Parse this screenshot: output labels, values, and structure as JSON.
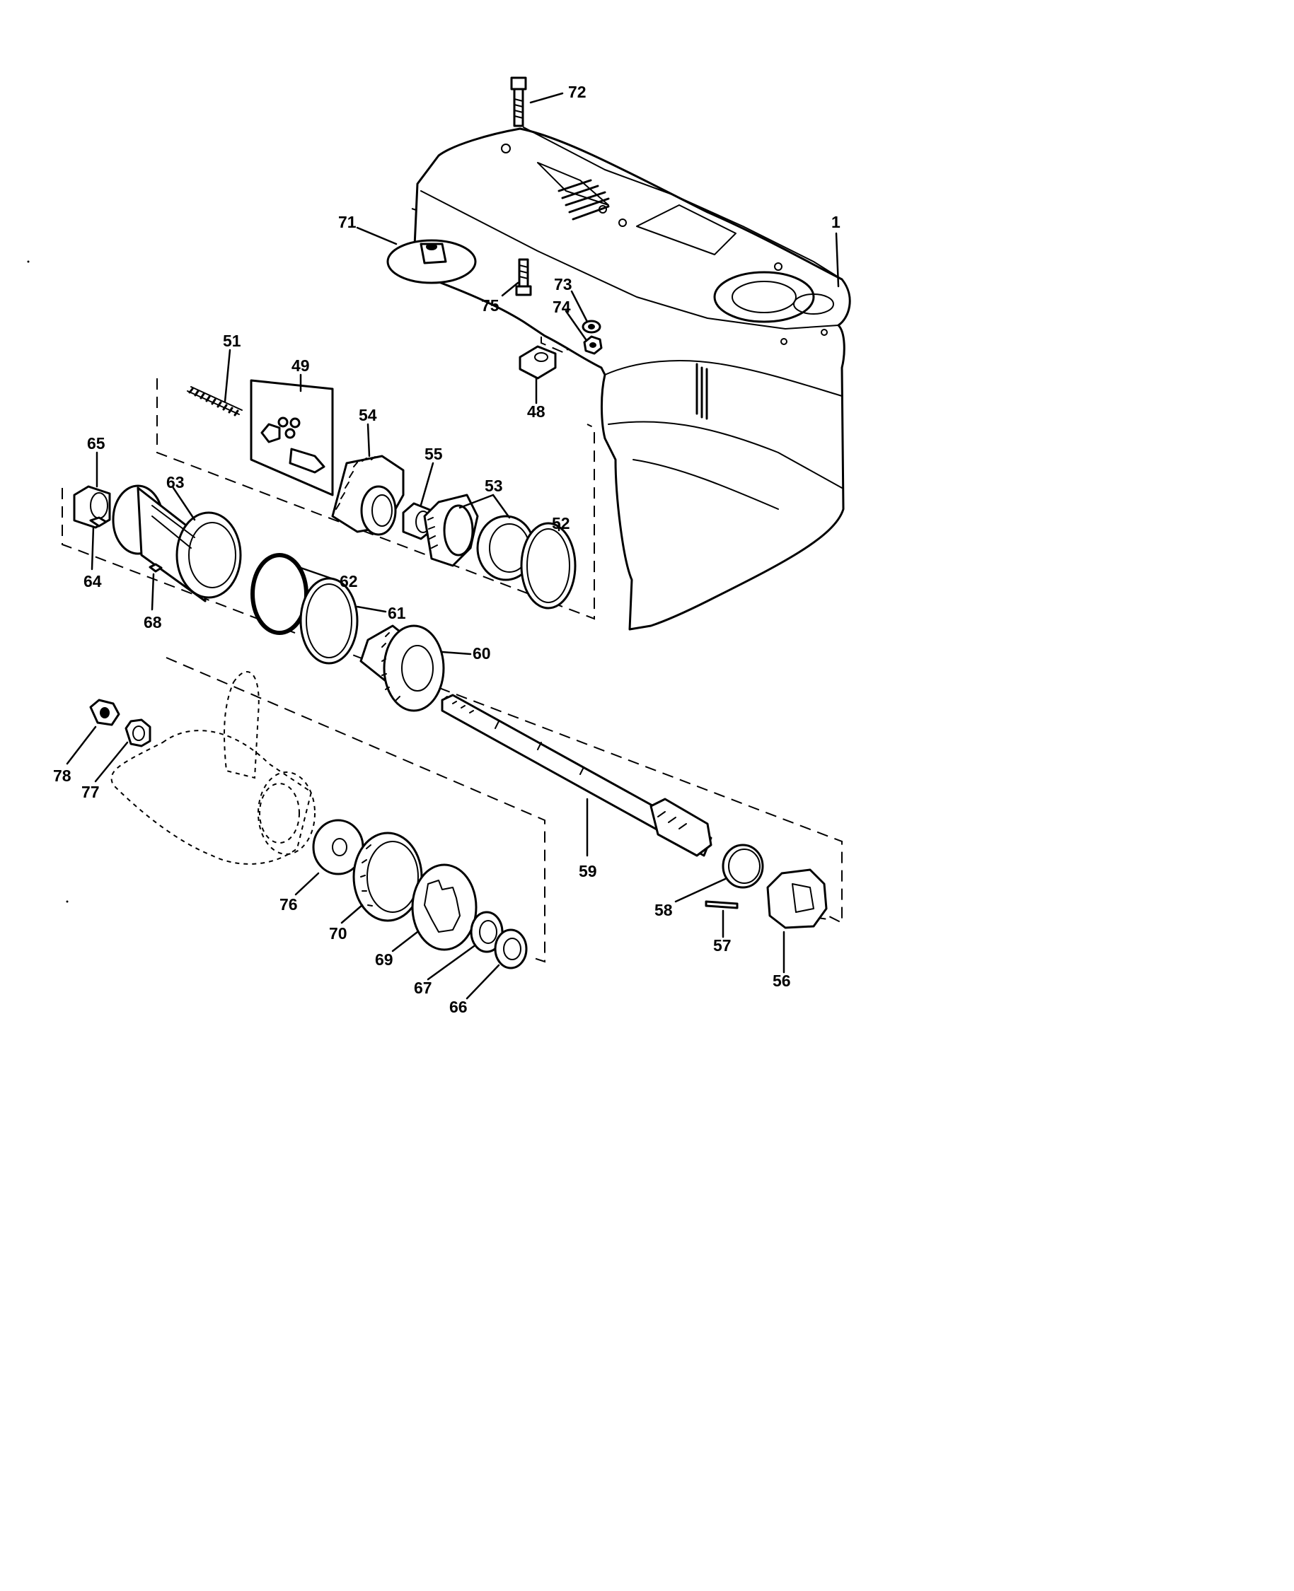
{
  "diagram": {
    "labels": [
      {
        "id": "72",
        "text": "72"
      },
      {
        "id": "1",
        "text": "1"
      },
      {
        "id": "71",
        "text": "71"
      },
      {
        "id": "75",
        "text": "75"
      },
      {
        "id": "73",
        "text": "73"
      },
      {
        "id": "74",
        "text": "74"
      },
      {
        "id": "48",
        "text": "48"
      },
      {
        "id": "51",
        "text": "51"
      },
      {
        "id": "49",
        "text": "49"
      },
      {
        "id": "54",
        "text": "54"
      },
      {
        "id": "55",
        "text": "55"
      },
      {
        "id": "53",
        "text": "53"
      },
      {
        "id": "52",
        "text": "52"
      },
      {
        "id": "65",
        "text": "65"
      },
      {
        "id": "63",
        "text": "63"
      },
      {
        "id": "64",
        "text": "64"
      },
      {
        "id": "68",
        "text": "68"
      },
      {
        "id": "62",
        "text": "62"
      },
      {
        "id": "61",
        "text": "61"
      },
      {
        "id": "60",
        "text": "60"
      },
      {
        "id": "59",
        "text": "59"
      },
      {
        "id": "78",
        "text": "78"
      },
      {
        "id": "77",
        "text": "77"
      },
      {
        "id": "76",
        "text": "76"
      },
      {
        "id": "70",
        "text": "70"
      },
      {
        "id": "69",
        "text": "69"
      },
      {
        "id": "67",
        "text": "67"
      },
      {
        "id": "66",
        "text": "66"
      },
      {
        "id": "58",
        "text": "58"
      },
      {
        "id": "57",
        "text": "57"
      },
      {
        "id": "56",
        "text": "56"
      }
    ]
  }
}
